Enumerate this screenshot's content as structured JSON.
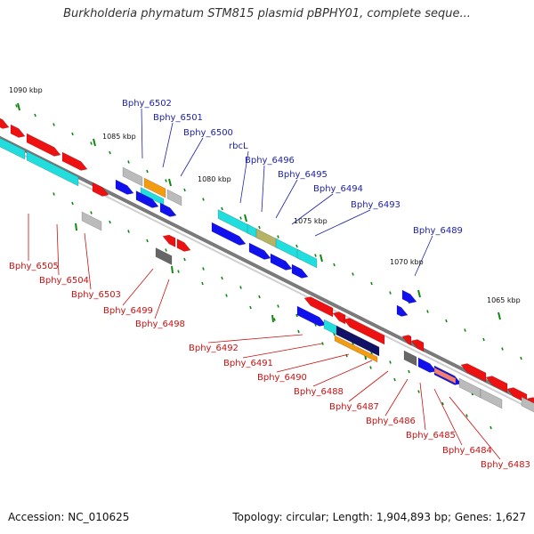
{
  "title": "Burkholderia phymatum STM815 plasmid pBPHY01, complete seque...",
  "footer": {
    "accession": "Accession: NC_010625",
    "summary": "Topology: circular; Length: 1,904,893 bp; Genes: 1,627"
  },
  "colors": {
    "red": "#ee1111",
    "blue": "#1111ee",
    "cyan": "#22dddd",
    "gray": "#bbbbbb",
    "darkgray": "#666666",
    "orange": "#f39c12",
    "navy": "#111166",
    "olive": "#b5b366",
    "salmon": "#f08070",
    "tick": "#118811",
    "blueLabel": "#1f23a8",
    "redLabel": "#cc1111"
  },
  "ruler": [
    {
      "label": "1090 kbp"
    },
    {
      "label": "1085 kbp"
    },
    {
      "label": "1080 kbp"
    },
    {
      "label": "1075 kbp"
    },
    {
      "label": "1070 kbp"
    },
    {
      "label": "1065 kbp"
    }
  ],
  "top_labels": [
    "Bphy_6502",
    "Bphy_6501",
    "Bphy_6500",
    "rbcL",
    "Bphy_6496",
    "Bphy_6495",
    "Bphy_6494",
    "Bphy_6493",
    "Bphy_6489"
  ],
  "bottom_labels": [
    "Bphy_6505",
    "Bphy_6504",
    "Bphy_6503",
    "Bphy_6499",
    "Bphy_6498",
    "Bphy_6492",
    "Bphy_6491",
    "Bphy_6490",
    "Bphy_6488",
    "Bphy_6487",
    "Bphy_6486",
    "Bphy_6485",
    "Bphy_6484",
    "Bphy_6483"
  ]
}
